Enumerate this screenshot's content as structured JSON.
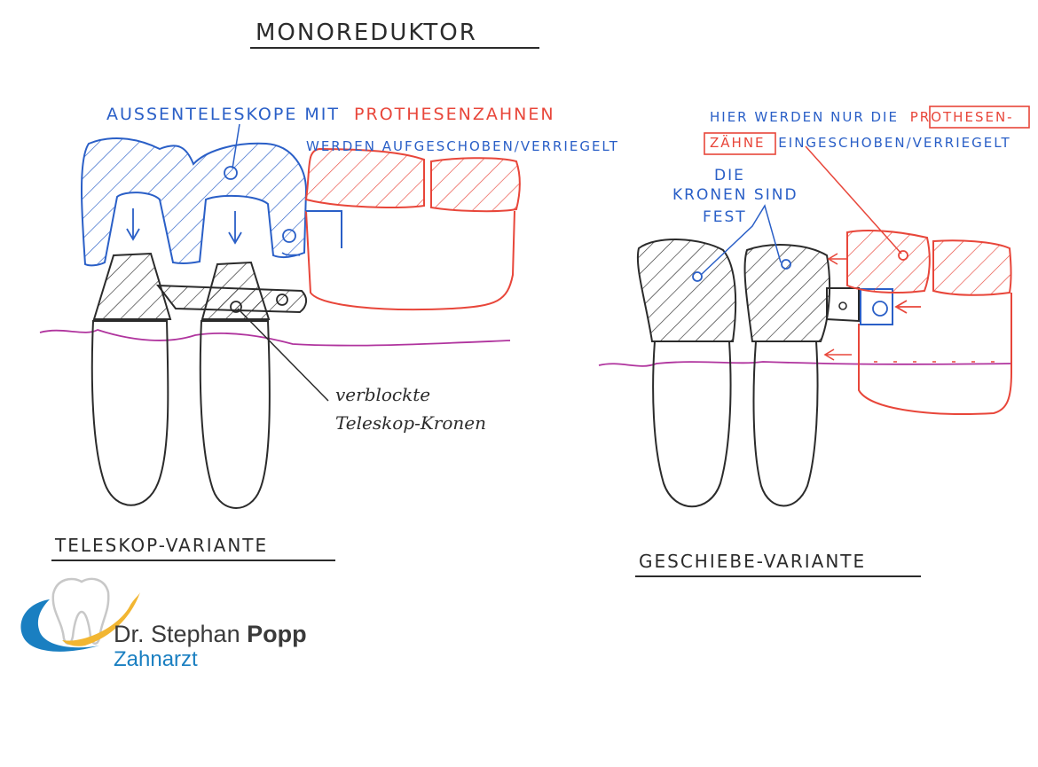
{
  "title": "MONOREDUKTOR",
  "left": {
    "label_outer": "AUSSENTELESKOPE MIT",
    "label_outer_red": "PROTHESENZAHNEN",
    "label_outer_line2": "WERDEN AUFGESCHOBEN/VERRIEGELT",
    "label_blocked_line1": "verblockte",
    "label_blocked_line2": "Teleskop-Kronen",
    "caption": "TELESKOP-VARIANTE"
  },
  "right": {
    "note_line1_a": "HIER WERDEN NUR DIE",
    "note_line1_box": "PROTHESEN-",
    "note_line2_box": "ZÄHNE",
    "note_line2_b": "EINGESCHOBEN/VERRIEGELT",
    "crowns_line1": "DIE",
    "crowns_line2": "KRONEN SIND",
    "crowns_line3": "FEST",
    "caption": "GESCHIEBE-VARIANTE"
  },
  "logo": {
    "name_first": "Dr. Stephan ",
    "name_last": "Popp",
    "subtitle": "Zahnarzt",
    "colors": {
      "blue": "#1a7fc1",
      "gold": "#f2b632",
      "gray": "#3a3a3a"
    }
  },
  "colors": {
    "ink": "#2b2b2b",
    "blue": "#2a5fc7",
    "red": "#e8463a",
    "gum": "#b0349e"
  }
}
